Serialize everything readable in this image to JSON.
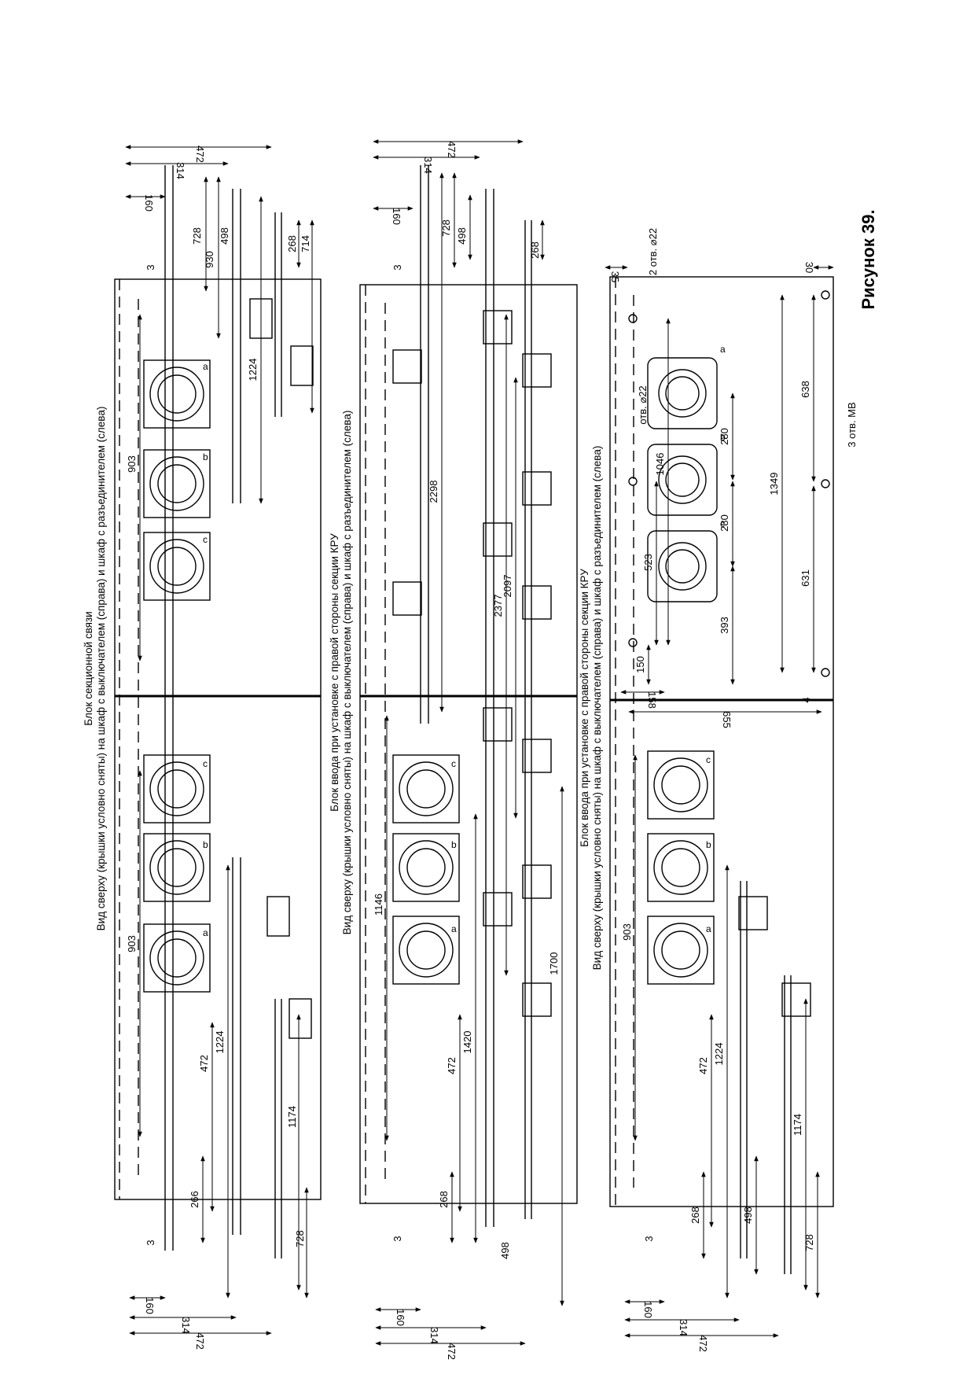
{
  "figure": {
    "label": "Рисунок 39."
  },
  "captions": {
    "panel1": [
      "Вид сверху (крышки условно сняты) на шкаф с выключателем (справа) и шкаф с разъединителем (слева)",
      "Блок секционной связи"
    ],
    "panel2": [
      "Вид сверху (крышки условно сняты) на шкаф с выключателем (справа) и шкаф с разъединителем (слева)",
      "Блок ввода при установке с правой стороны секции КРУ"
    ],
    "panel3": [
      "Вид сверху (крышки условно сняты) на шкаф с выключателем (справа) и шкаф с разъединителем (слева)",
      "Блок ввода при установке с правой стороны секции КРУ"
    ]
  },
  "phases": {
    "a": "a",
    "b": "b",
    "c": "c"
  },
  "dims": {
    "p1": {
      "top": [
        "472",
        "314",
        "160",
        "728",
        "930",
        "498",
        "268",
        "714",
        "3",
        "1224",
        "903"
      ],
      "bottom": [
        "472",
        "314",
        "160",
        "266",
        "472",
        "1224",
        "1174",
        "728",
        "3",
        "903"
      ]
    },
    "p2": {
      "top": [
        "472",
        "314",
        "160",
        "728",
        "498",
        "268",
        "3",
        "2298",
        "2377",
        "2097"
      ],
      "bottom": [
        "472",
        "314",
        "160",
        "268",
        "472",
        "1420",
        "498",
        "1700",
        "1146",
        "3"
      ]
    },
    "p3": {
      "top": [
        "35",
        "30",
        "638",
        "1349",
        "631",
        "280",
        "280",
        "393",
        "1046",
        "523",
        "150",
        "158",
        "655",
        "4"
      ],
      "bottom": [
        "472",
        "314",
        "160",
        "268",
        "472",
        "1224",
        "498",
        "1174",
        "728",
        "3",
        "903"
      ],
      "notes": [
        "2 отв. ⌀22",
        "отв. ⌀22",
        "3 отв. МВ"
      ]
    }
  }
}
